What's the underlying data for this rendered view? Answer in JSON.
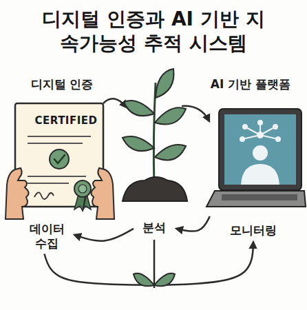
{
  "diagram": {
    "title": "디지털 인증과 AI 기반 지속가능성 추적 시스템",
    "nodes": [
      {
        "text": [
          "디지털 인증",
          "CERTIFIED"
        ]
      },
      {
        "text": [
          "AI 기반 플랫폼"
        ]
      },
      {
        "text": [
          "데이터 수집"
        ]
      },
      {
        "text": [
          "분석"
        ]
      },
      {
        "text": [
          "모니터링"
        ]
      }
    ],
    "edges": [
      {
        "from": 1,
        "to": 3,
        "arrow": "to"
      },
      {
        "from": 3,
        "to": 2,
        "arrow": "to"
      },
      {
        "from": 2,
        "to": 4,
        "arrow": "to"
      }
    ]
  }
}
